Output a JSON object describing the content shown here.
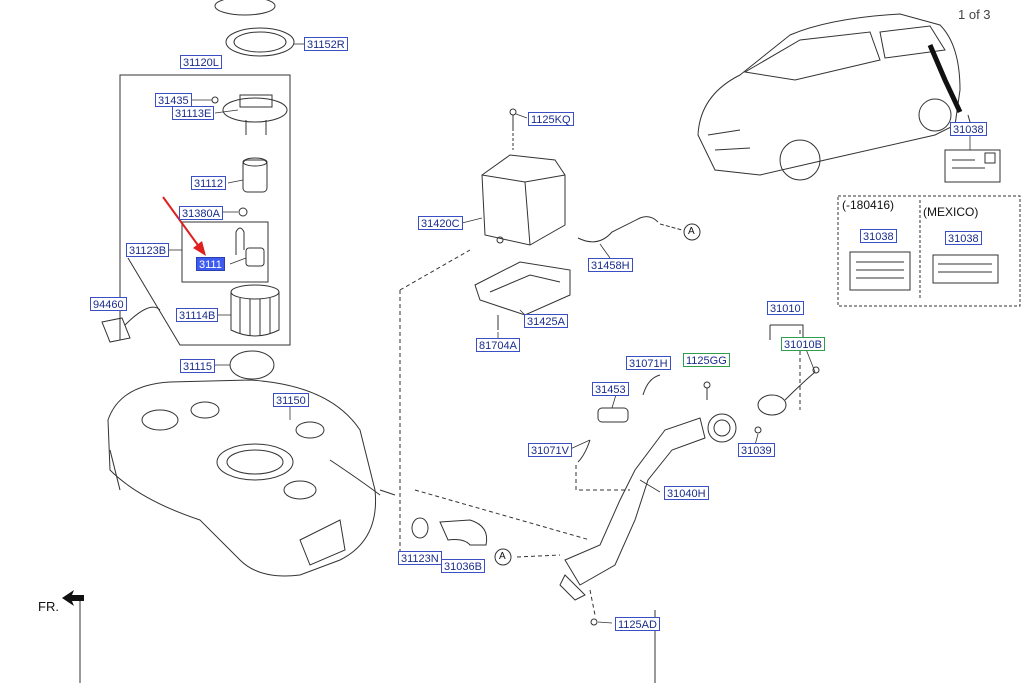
{
  "page_indicator": "1 of 3",
  "labels": {
    "p31152r": "31152R",
    "p31120l": "31120L",
    "p31435": "31435",
    "p31113e": "31113E",
    "p31112": "31112",
    "p31380a": "31380A",
    "p31123b": "31123B",
    "p31111": "3111",
    "p31114b": "31114B",
    "p94460": "94460",
    "p31115": "31115",
    "p31150": "31150",
    "p1125kq": "1125KQ",
    "p31420c": "31420C",
    "p31458h": "31458H",
    "p31425a": "31425A",
    "p81704a": "81704A",
    "p31038_main": "31038",
    "p31038_a": "31038",
    "p31038_b": "31038",
    "p31010": "31010",
    "p31010b": "31010B",
    "p31071h": "31071H",
    "p1125gg": "1125GG",
    "p31453": "31453",
    "p31071v": "31071V",
    "p31039": "31039",
    "p31040h": "31040H",
    "p31123n": "31123N",
    "p31036b": "31036B",
    "p1125ad": "1125AD"
  },
  "variant_boxes": {
    "left_title": "(-180416)",
    "right_title": "(MEXICO)"
  },
  "connectors": {
    "top": "A",
    "bottom": "A"
  },
  "front_marker": "FR.",
  "icons": {
    "highlight_arrow": "red-arrow-icon",
    "front_arrow": "front-direction-arrow-icon"
  },
  "colors": {
    "label_text": "#1a2c8c",
    "label_border": "#3b4fc4",
    "label_selected": "#3d5bf0",
    "label_green_border": "#2e9e4a",
    "highlight_arrow": "#e02020",
    "line": "#333333"
  }
}
